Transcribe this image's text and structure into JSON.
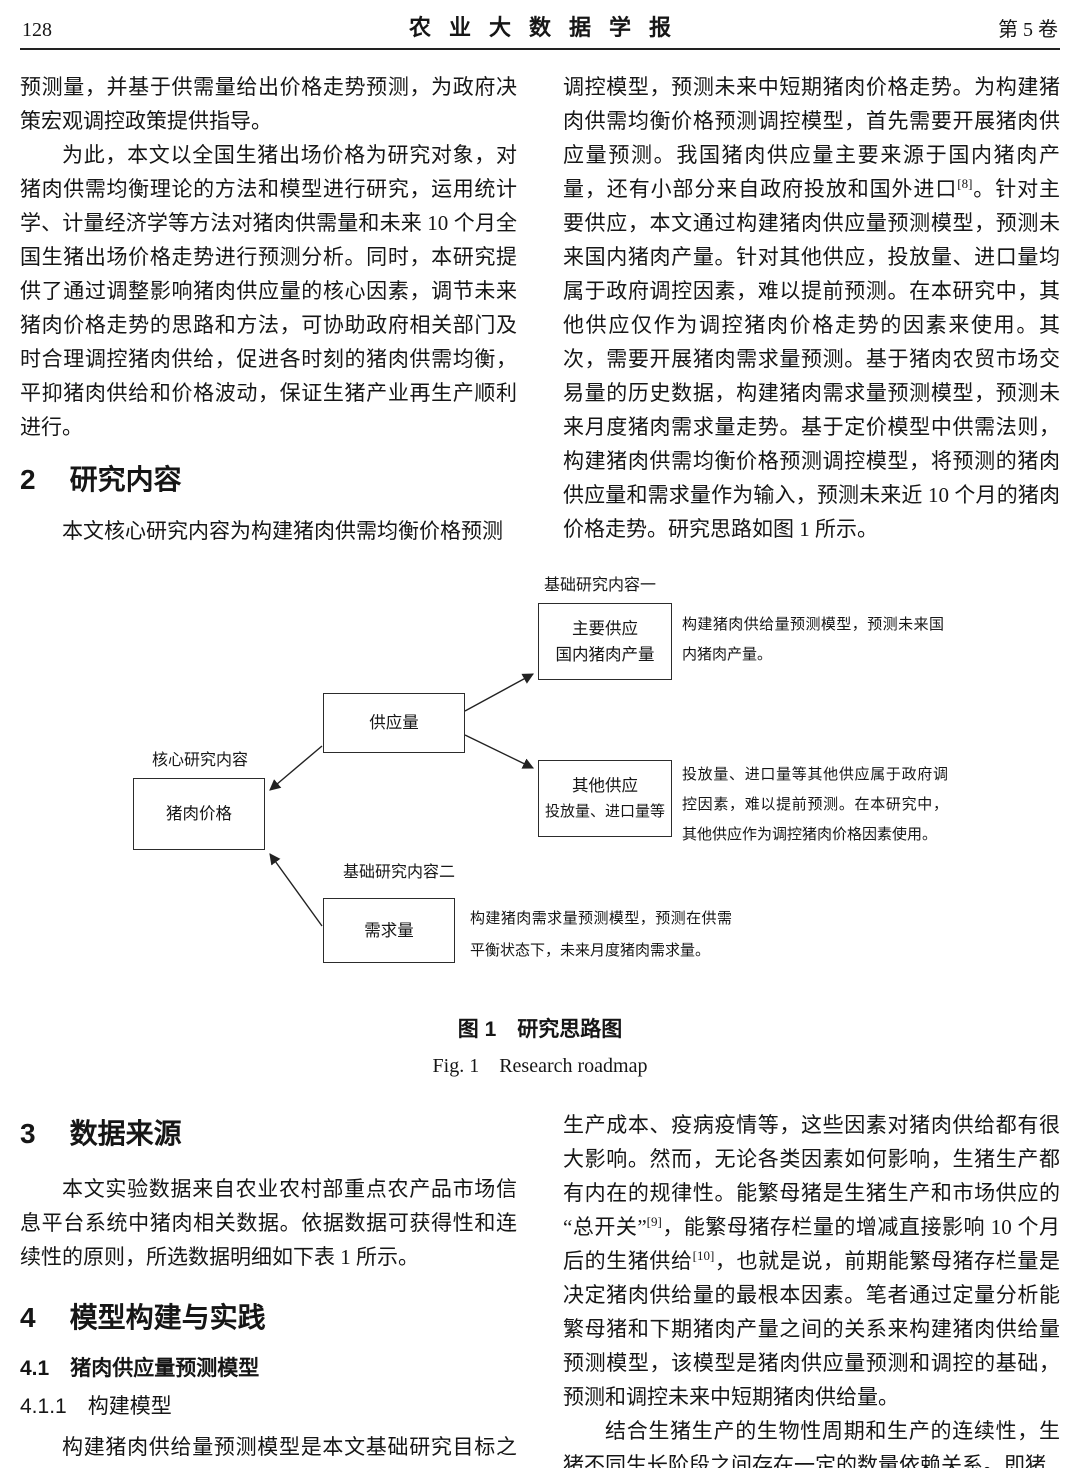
{
  "header": {
    "page_number": "128",
    "journal_title": "农业大数据学报",
    "volume": "第 5 卷"
  },
  "intro": {
    "left_para1": "预测量，并基于供需量给出价格走势预测，为政府决策宏观调控政策提供指导。",
    "left_para2": "为此，本文以全国生猪出场价格为研究对象，对猪肉供需均衡理论的方法和模型进行研究，运用统计学、计量经济学等方法对猪肉供需量和未来 10 个月全国生猪出场价格走势进行预测分析。同时，本研究提供了通过调整影响猪肉供应量的核心因素，调节未来猪肉价格走势的思路和方法，可协助政府相关部门及时合理调控猪肉供给，促进各时刻的猪肉供需均衡，平抑猪肉供给和价格波动，保证生猪产业再生产顺利进行。",
    "section2": {
      "number": "2",
      "title": "研究内容"
    },
    "left_para3": "本文核心研究内容为构建猪肉供需均衡价格预测",
    "right_para1_pre": "调控模型，预测未来中短期猪肉价格走势。为构建猪肉供需均衡价格预测调控模型，首先需要开展猪肉供应量预测。我国猪肉供应量主要来源于国内猪肉产量，还有小部分来自政府投放和国外进口",
    "right_para1_ref": "[8]",
    "right_para1_post": "。针对主要供应，本文通过构建猪肉供应量预测模型，预测未来国内猪肉产量。针对其他供应，投放量、进口量均属于政府调控因素，难以提前预测。在本研究中，其他供应仅作为调控猪肉价格走势的因素来使用。其次，需要开展猪肉需求量预测。基于猪肉农贸市场交易量的历史数据，构建猪肉需求量预测模型，预测未来月度猪肉需求量走势。基于定价模型中供需法则，构建猪肉供需均衡价格预测调控模型，将预测的猪肉供应量和需求量作为输入，预测未来近 10 个月的猪肉价格走势。研究思路如图 1 所示。"
  },
  "figure": {
    "label_basic1": "基础研究内容一",
    "label_core": "核心研究内容",
    "label_basic2": "基础研究内容二",
    "box_main_supply": {
      "line1": "主要供应",
      "line2": "国内猪肉产量"
    },
    "box_supply": "供应量",
    "box_price": "猪肉价格",
    "box_other_supply": {
      "line1": "其他供应",
      "line2": "投放量、进口量等"
    },
    "box_demand": "需求量",
    "note_main_supply": "构建猪肉供给量预测模型，预测未来国内猪肉产量。",
    "note_other_supply": "投放量、进口量等其他供应属于政府调控因素，难以提前预测。在本研究中，其他供应作为调控猪肉价格因素使用。",
    "note_demand": "构建猪肉需求量预测模型，预测在供需平衡状态下，未来月度猪肉需求量。",
    "caption_zh": "图 1　研究思路图",
    "caption_en": "Fig. 1　Research roadmap"
  },
  "data_source": {
    "section3": {
      "number": "3",
      "title": "数据来源"
    },
    "para1": "本文实验数据来自农业农村部重点农产品市场信息平台系统中猪肉相关数据。依据数据可获得性和连续性的原则，所选数据明细如下表 1 所示。"
  },
  "model": {
    "section4": {
      "number": "4",
      "title": "模型构建与实践"
    },
    "sub41": "4.1　猪肉供应量预测模型",
    "sub411": "4.1.1　构建模型",
    "left_para": "构建猪肉供给量预测模型是本文基础研究目标之一。影响猪肉供给量的因素有很多，例如国家政策、",
    "right_para1_a": "生产成本、疫病疫情等，这些因素对猪肉供给都有很大影响。然而，无论各类因素如何影响，生猪生产都有内在的规律性。能繁母猪是生猪生产和市场供应的“总开关”",
    "right_para1_ref1": "[9]",
    "right_para1_b": "，能繁母猪存栏量的增减直接影响 10 个月后的生猪供给",
    "right_para1_ref2": "[10]",
    "right_para1_c": "，也就是说，前期能繁母猪存栏量是决定猪肉供给量的最根本因素。笔者通过定量分析能繁母猪和下期猪肉产量之间的关系来构建猪肉供给量预测模型，该模型是猪肉供应量预测和调控的基础，预测和调控未来中短期猪肉供给量。",
    "right_para2": "结合生猪生产的生物性周期和生产的连续性，生猪不同生长阶段之间存在一定的数量依赖关系。即猪"
  }
}
